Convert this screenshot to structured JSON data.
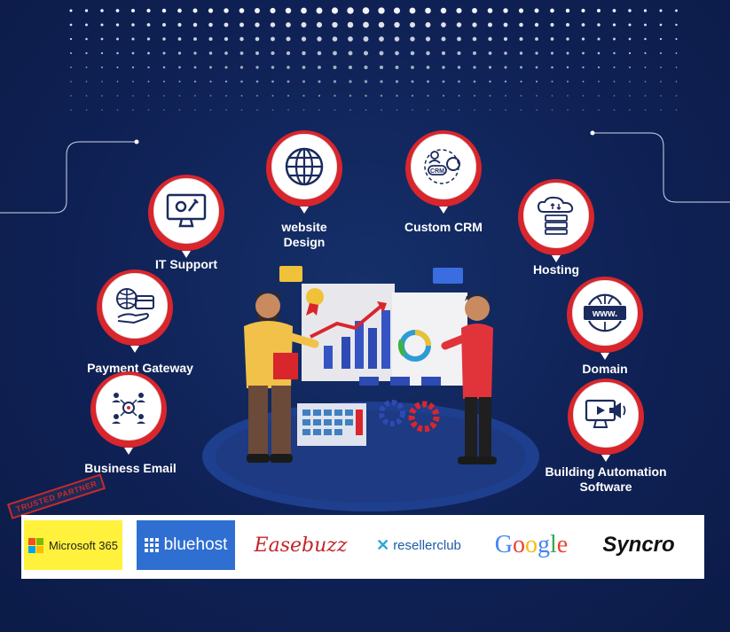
{
  "services": [
    {
      "id": "it-support",
      "label": "IT Support",
      "icon": "monitor-gear-icon"
    },
    {
      "id": "payment-gateway",
      "label": "Payment Gateway",
      "icon": "globe-card-hand-icon"
    },
    {
      "id": "business-email",
      "label": "Business Email",
      "icon": "people-target-icon"
    },
    {
      "id": "website-design",
      "label": "website Design",
      "icon": "globe-icon"
    },
    {
      "id": "custom-crm",
      "label": "Custom CRM",
      "icon": "crm-gear-icon"
    },
    {
      "id": "hosting",
      "label": "Hosting",
      "icon": "cloud-server-icon"
    },
    {
      "id": "domain",
      "label": "Domain",
      "icon": "www-globe-icon"
    },
    {
      "id": "building-automation",
      "label": "Building Automation Software",
      "icon": "video-monitor-megaphone-icon"
    }
  ],
  "stamp": "TRUSTED PARTNER",
  "partners": [
    {
      "id": "microsoft",
      "text": "Microsoft 365",
      "icon": "microsoft-grid-icon"
    },
    {
      "id": "bluehost",
      "text": "bluehost",
      "icon": "bluehost-grid-icon"
    },
    {
      "id": "easebuzz",
      "text": "Easebuzz"
    },
    {
      "id": "resellerclub",
      "text": "resellerclub",
      "icon": "resellerclub-x-icon"
    },
    {
      "id": "google",
      "text": "Google"
    },
    {
      "id": "syncro",
      "text": "Syncro"
    }
  ],
  "colors": {
    "background": "#0f2155",
    "accent": "#d8262c",
    "white": "#ffffff"
  }
}
